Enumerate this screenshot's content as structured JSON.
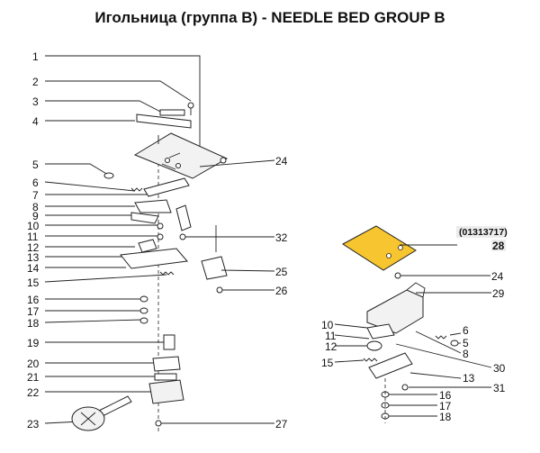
{
  "title": "Игольница (группа B) - NEEDLE BED GROUP B",
  "part_code": "(01313717)",
  "left_labels": [
    "1",
    "2",
    "3",
    "4",
    "5",
    "6",
    "7",
    "8",
    "9",
    "10",
    "11",
    "12",
    "13",
    "14",
    "15",
    "16",
    "17",
    "18",
    "19",
    "20",
    "21",
    "22",
    "23"
  ],
  "right_labels_left_assembly": [
    "24",
    "32",
    "25",
    "26",
    "27"
  ],
  "right_group": {
    "top": [
      "28",
      "24",
      "29"
    ],
    "left": [
      "10",
      "11",
      "12",
      "15"
    ],
    "right": [
      "6",
      "5",
      "8",
      "30",
      "13",
      "31",
      "16",
      "17",
      "18"
    ]
  },
  "colors": {
    "highlight": "#f6c52f",
    "line": "#222222",
    "label_box": "#ececec"
  }
}
